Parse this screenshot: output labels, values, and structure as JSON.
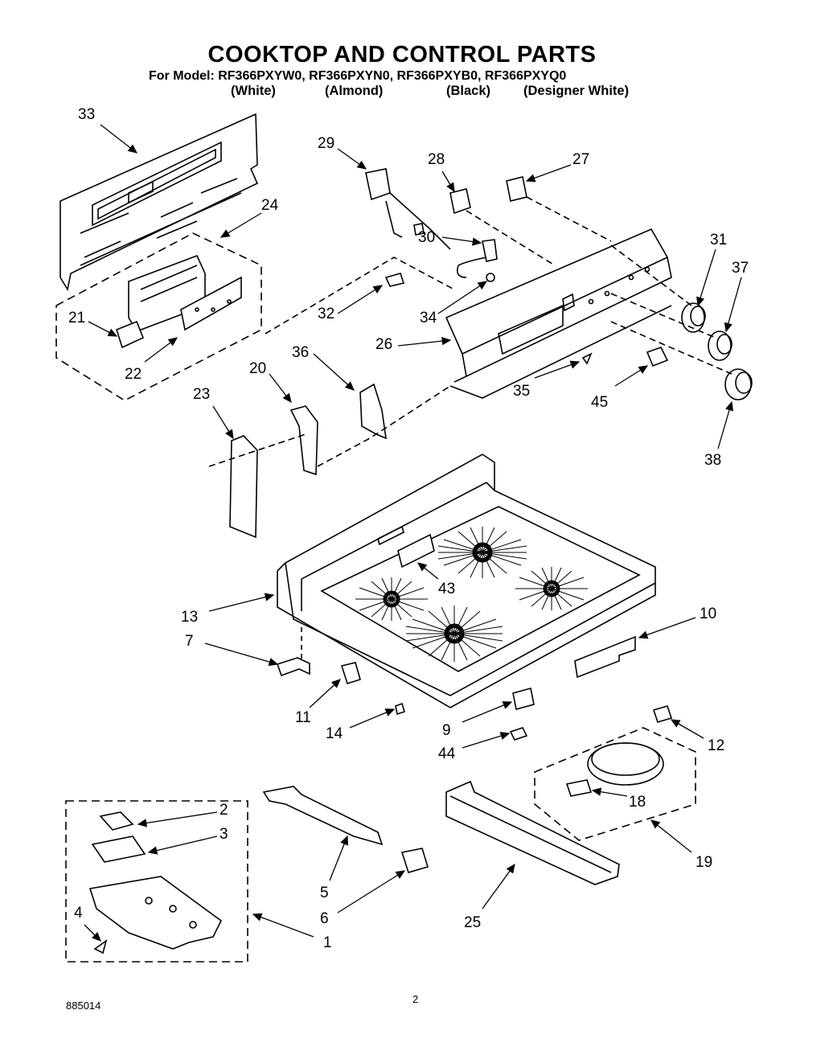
{
  "title": "COOKTOP AND CONTROL PARTS",
  "models": "For Model: RF366PXYW0, RF366PXYN0, RF366PXYB0, RF366PXYQ0",
  "variants": [
    "(White)",
    "(Almond)",
    "(Black)",
    "(Designer White)"
  ],
  "callouts": [
    "33",
    "29",
    "28",
    "27",
    "24",
    "30",
    "31",
    "37",
    "21",
    "22",
    "32",
    "34",
    "36",
    "26",
    "35",
    "45",
    "20",
    "23",
    "38",
    "43",
    "13",
    "10",
    "7",
    "11",
    "14",
    "9",
    "44",
    "12",
    "18",
    "19",
    "2",
    "3",
    "4",
    "5",
    "6",
    "1",
    "25"
  ],
  "footer": {
    "doc_number": "885014",
    "page_number": "2"
  }
}
